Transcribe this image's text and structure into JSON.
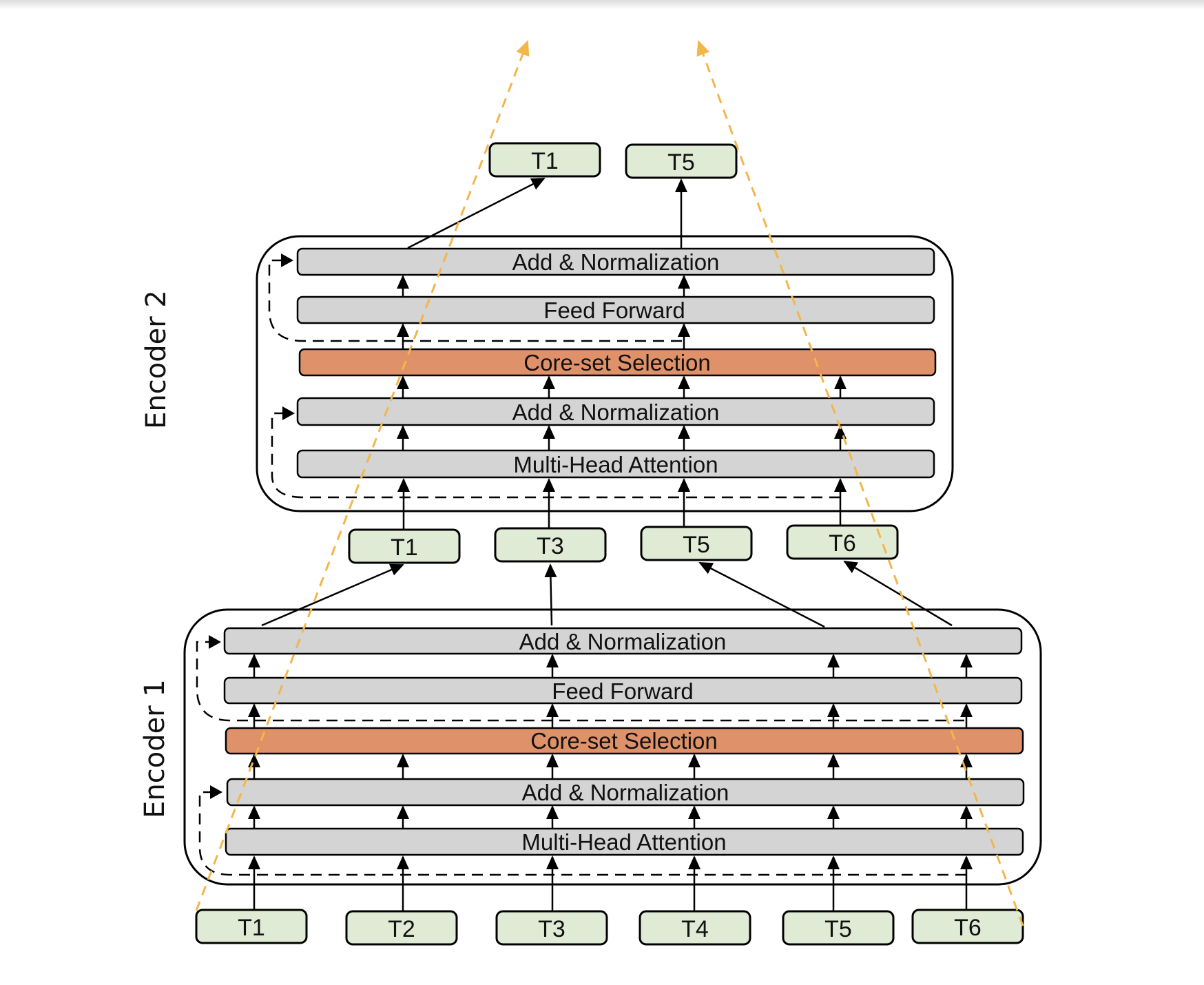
{
  "colors": {
    "token_fill": "#e0ebd6",
    "layer_fill": "#d4d4d4",
    "coreset_fill": "#df916a",
    "stroke": "#000000",
    "highlight_arrow": "#f2b649"
  },
  "encoders": [
    {
      "label": "Encoder 1",
      "layers": [
        "Multi-Head Attention",
        "Add & Normalization",
        "Core-set Selection",
        "Feed Forward",
        "Add & Normalization"
      ],
      "input_tokens": [
        "T1",
        "T2",
        "T3",
        "T4",
        "T5",
        "T6"
      ],
      "output_tokens": [
        "T1",
        "T3",
        "T5",
        "T6"
      ]
    },
    {
      "label": "Encoder 2",
      "layers": [
        "Multi-Head Attention",
        "Add & Normalization",
        "Core-set Selection",
        "Feed Forward",
        "Add & Normalization"
      ],
      "input_tokens": [
        "T1",
        "T3",
        "T5",
        "T6"
      ],
      "output_tokens": [
        "T1",
        "T5"
      ]
    }
  ],
  "bottom_tokens": [
    "T1",
    "T2",
    "T3",
    "T4",
    "T5",
    "T6"
  ],
  "middle_tokens": [
    "T1",
    "T3",
    "T5",
    "T6"
  ],
  "top_tokens": [
    "T1",
    "T5"
  ],
  "layer_labels": {
    "mha": "Multi-Head Attention",
    "addnorm": "Add & Normalization",
    "coreset": "Core-set Selection",
    "ff": "Feed Forward"
  }
}
